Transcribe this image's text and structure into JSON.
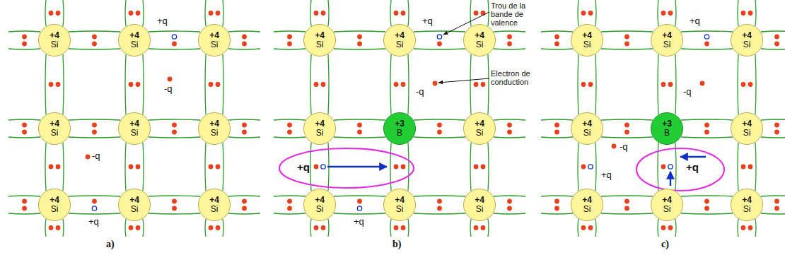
{
  "diagram": {
    "nodes": [
      {
        "text": [
          "+4",
          "Si"
        ]
      },
      {
        "text": [
          "+4",
          "Si"
        ]
      },
      {
        "text": [
          "+4",
          "Si"
        ]
      },
      {
        "text": [
          "+4",
          "Si"
        ]
      },
      {
        "text": [
          "+4",
          "Si"
        ]
      },
      {
        "text": [
          "+4",
          "Si"
        ]
      },
      {
        "text": [
          "+4",
          "Si"
        ]
      },
      {
        "text": [
          "+4",
          "Si"
        ]
      },
      {
        "text": [
          "+4",
          "Si"
        ]
      },
      {
        "text": [
          "+4",
          "Si"
        ]
      },
      {
        "text": [
          "+4",
          "Si"
        ]
      },
      {
        "text": [
          "+4",
          "Si"
        ]
      },
      {
        "text": [
          "+4",
          "Si"
        ]
      },
      {
        "text": [
          "+3",
          "B"
        ]
      },
      {
        "text": [
          "+4",
          "Si"
        ]
      },
      {
        "text": [
          "+4",
          "Si"
        ]
      },
      {
        "text": [
          "+4",
          "Si"
        ]
      },
      {
        "text": [
          "+4",
          "Si"
        ]
      },
      {
        "text": [
          "+4",
          "Si"
        ]
      },
      {
        "text": [
          "+4",
          "Si"
        ]
      },
      {
        "text": [
          "+4",
          "Si"
        ]
      },
      {
        "text": [
          "+4",
          "Si"
        ]
      },
      {
        "text": [
          "+3",
          "B"
        ]
      },
      {
        "text": [
          "+4",
          "Si"
        ]
      },
      {
        "text": [
          "+4",
          "Si"
        ]
      },
      {
        "text": [
          "+4",
          "Si"
        ]
      },
      {
        "text": [
          "+4",
          "Si"
        ]
      }
    ],
    "labels": [
      "+q",
      "-q",
      "-q",
      "+q",
      "+q",
      "Trou de la bande de valence",
      "-q",
      "Electron de conduction",
      "+q",
      "+q",
      "+q",
      "-q",
      "-q",
      "+q",
      "+q",
      "a)",
      "b)",
      "c)"
    ]
  }
}
